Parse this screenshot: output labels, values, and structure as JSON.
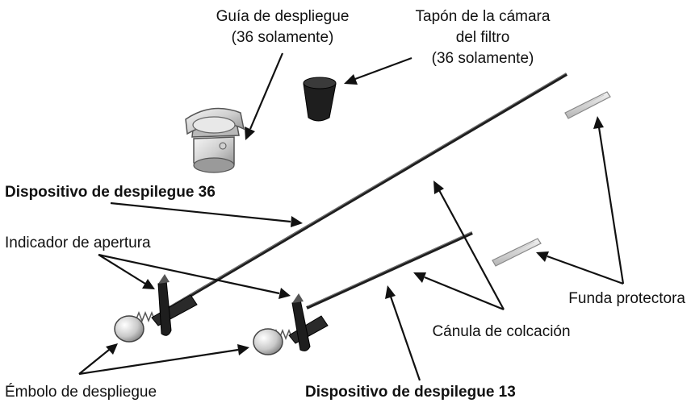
{
  "labels": {
    "guia_line1": "Guía de despliegue",
    "guia_line2": "(36 solamente)",
    "tapon_line1": "Tapón de la cámara",
    "tapon_line2": "del filtro",
    "tapon_line3": "(36 solamente)",
    "dispositivo36": "Dispositivo de despilegue 36",
    "indicador": "Indicador de apertura",
    "funda": "Funda protectora",
    "canula": "Cánula de colcación",
    "embolo": "Émbolo de despliegue",
    "dispositivo13": "Dispositivo de despilegue 13"
  },
  "colors": {
    "text": "#111111",
    "metal_light": "#e6e6e6",
    "metal_mid": "#a8a8a8",
    "dark_part": "#1e1e1e"
  }
}
